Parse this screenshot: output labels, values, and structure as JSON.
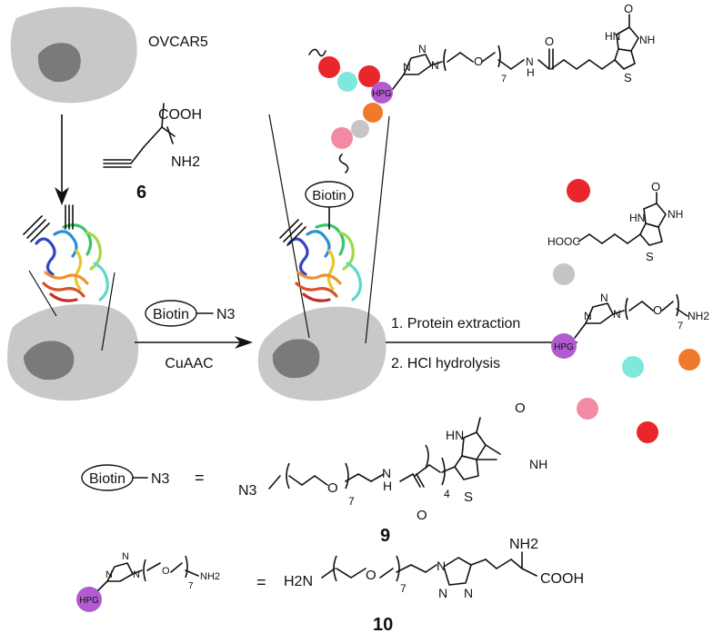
{
  "cell_line": "OVCAR5",
  "reagent": {
    "number": "6",
    "cooh": "COOH",
    "nh2": "NH2"
  },
  "click": {
    "label": "CuAAC",
    "biotin": "Biotin",
    "azide": "N3"
  },
  "tag_label": "Biotin",
  "steps": {
    "step1": "1. Protein extraction",
    "step2": "2. HCl hydrolysis"
  },
  "labels": {
    "hpg": "HPG",
    "hooc": "HOOC",
    "nh2": "NH2",
    "equals": "=",
    "repeat_n": "7",
    "chain_n": "4"
  },
  "atoms": {
    "N": "N",
    "O": "O",
    "S": "S",
    "H": "H",
    "HN": "HN",
    "NH": "NH",
    "H2N": "H2N"
  },
  "compounds": {
    "c9": "9",
    "c10": "10"
  },
  "colors": {
    "cell": "#c8c8c8",
    "nucleus": "#7a7a7a",
    "red": "#e8262b",
    "cyan": "#7ee8dc",
    "orange": "#f07a2a",
    "pink": "#f28aa4",
    "gray": "#c5c5c5",
    "purple": "#b25bd1"
  }
}
